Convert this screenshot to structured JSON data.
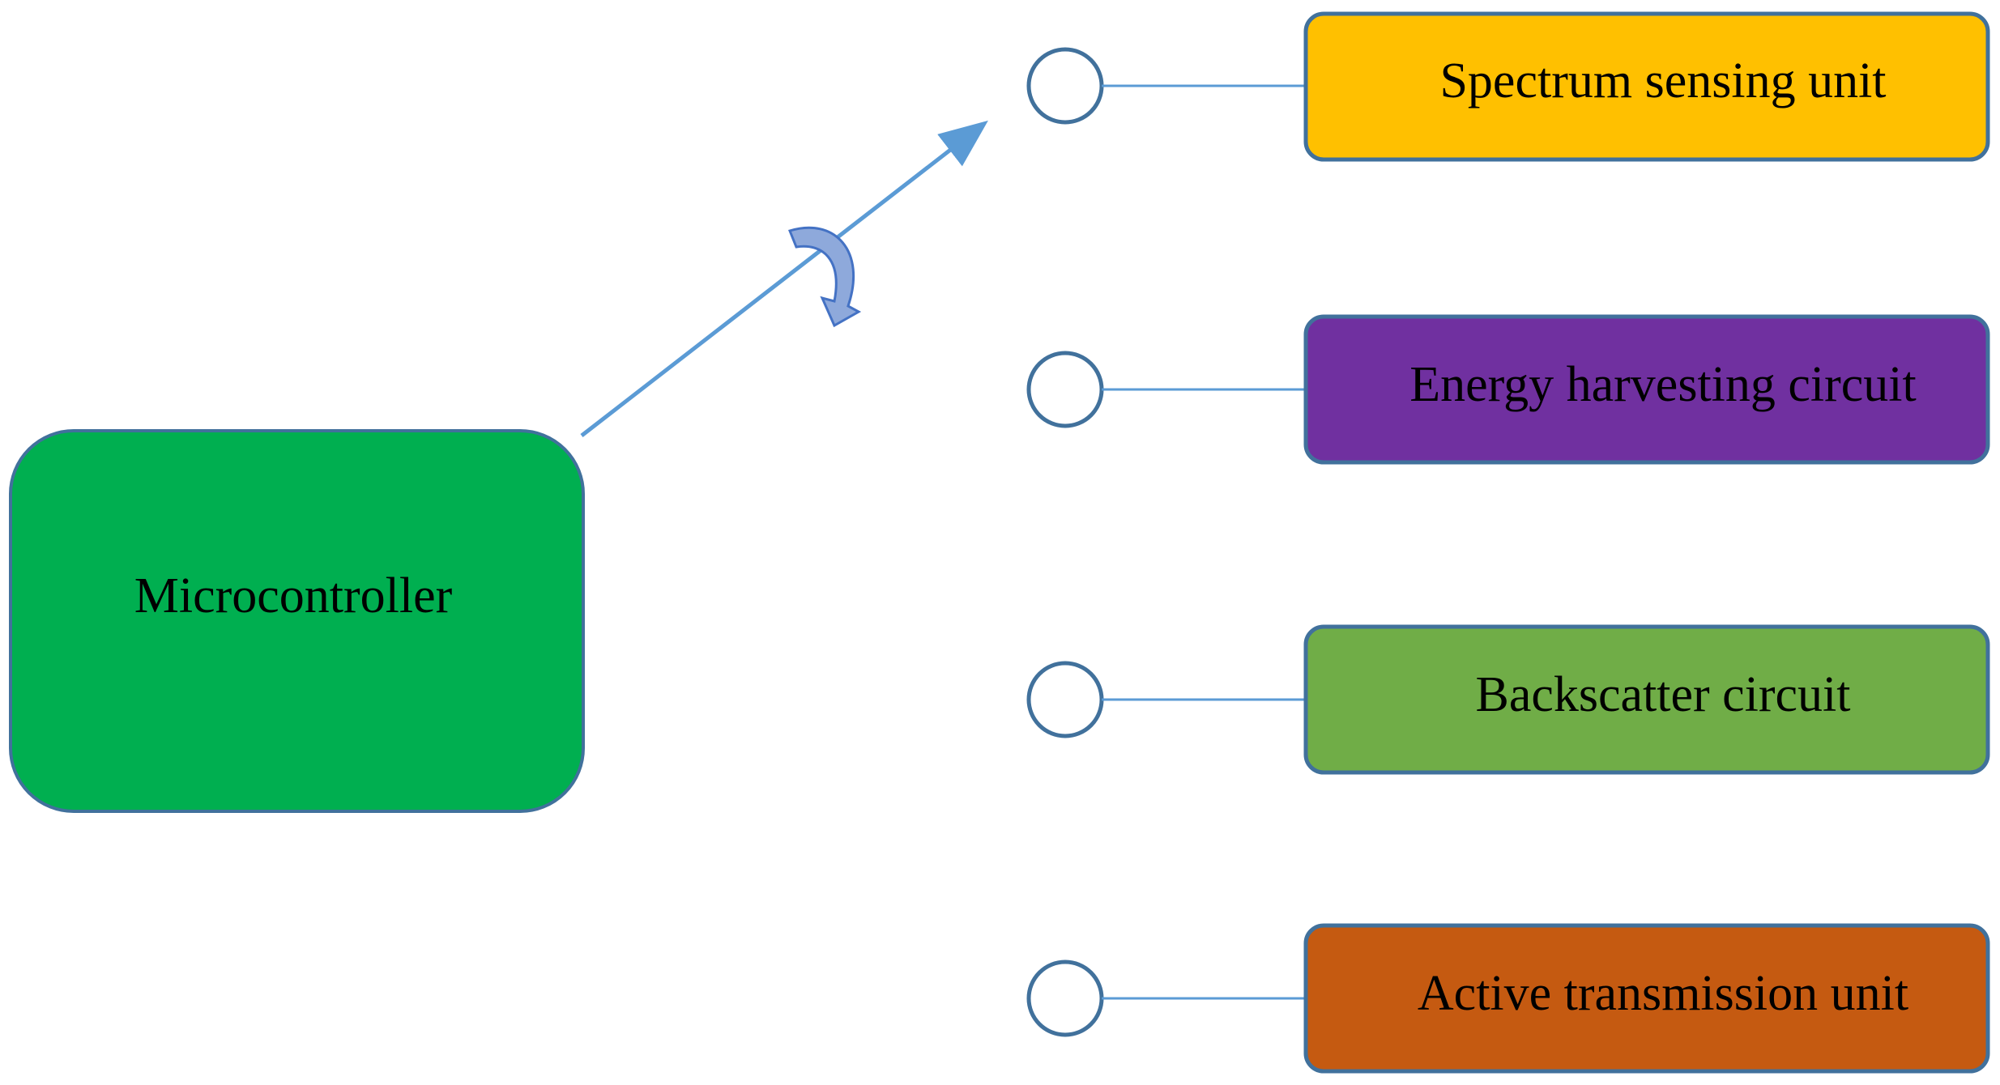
{
  "microcontroller": {
    "label": "Microcontroller",
    "fill": "#00AF50",
    "stroke": "#41719C"
  },
  "modules": [
    {
      "label": "Spectrum sensing unit",
      "fill": "#FFC000"
    },
    {
      "label": "Energy harvesting circuit",
      "fill": "#7030A0"
    },
    {
      "label": "Backscatter circuit",
      "fill": "#70AD47"
    },
    {
      "label": "Active transmission unit",
      "fill": "#C55A11"
    }
  ],
  "colors": {
    "connector_line": "#5B9BD5",
    "terminal_stroke": "#41719C",
    "module_stroke": "#41719C",
    "rotate_arrow_fill": "#8EA9DB",
    "rotate_arrow_stroke": "#4472C4"
  },
  "icons": {
    "switch_arm": "arrow-icon",
    "rotation": "curved-arrow-icon",
    "terminal": "circle-icon"
  }
}
